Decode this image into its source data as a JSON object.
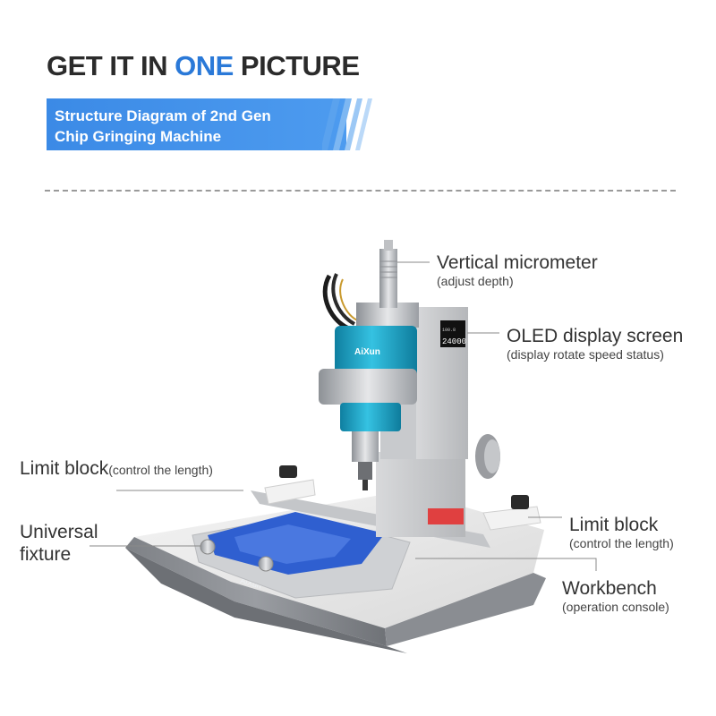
{
  "header": {
    "headline_pre": "GET IT IN ",
    "headline_accent": "ONE",
    "headline_post": " PICTURE",
    "banner_line1": "Structure Diagram of 2nd Gen",
    "banner_line2": "Chip Gringing Machine"
  },
  "machine": {
    "brand_label": "AiXun",
    "display_value": "24000",
    "display_small": "100.8"
  },
  "callouts": {
    "vertical_micrometer": {
      "title": "Vertical micrometer",
      "sub": "(adjust depth)"
    },
    "oled_display": {
      "title": "OLED display screen",
      "sub": "(display rotate speed status)"
    },
    "limit_block_left": {
      "title": "Limit block",
      "sub": "(control the length)"
    },
    "universal_fixture": {
      "title_line1": "Universal",
      "title_line2": "fixture"
    },
    "limit_block_right": {
      "title": "Limit block",
      "sub": "(control the length)"
    },
    "workbench": {
      "title": "Workbench",
      "sub": "(operation console)"
    }
  },
  "colors": {
    "accent_blue": "#2a79d8",
    "banner_blue": "#3b8ae6",
    "spindle_teal": "#1aa6c9",
    "fixture_blue": "#2f5fd0"
  }
}
